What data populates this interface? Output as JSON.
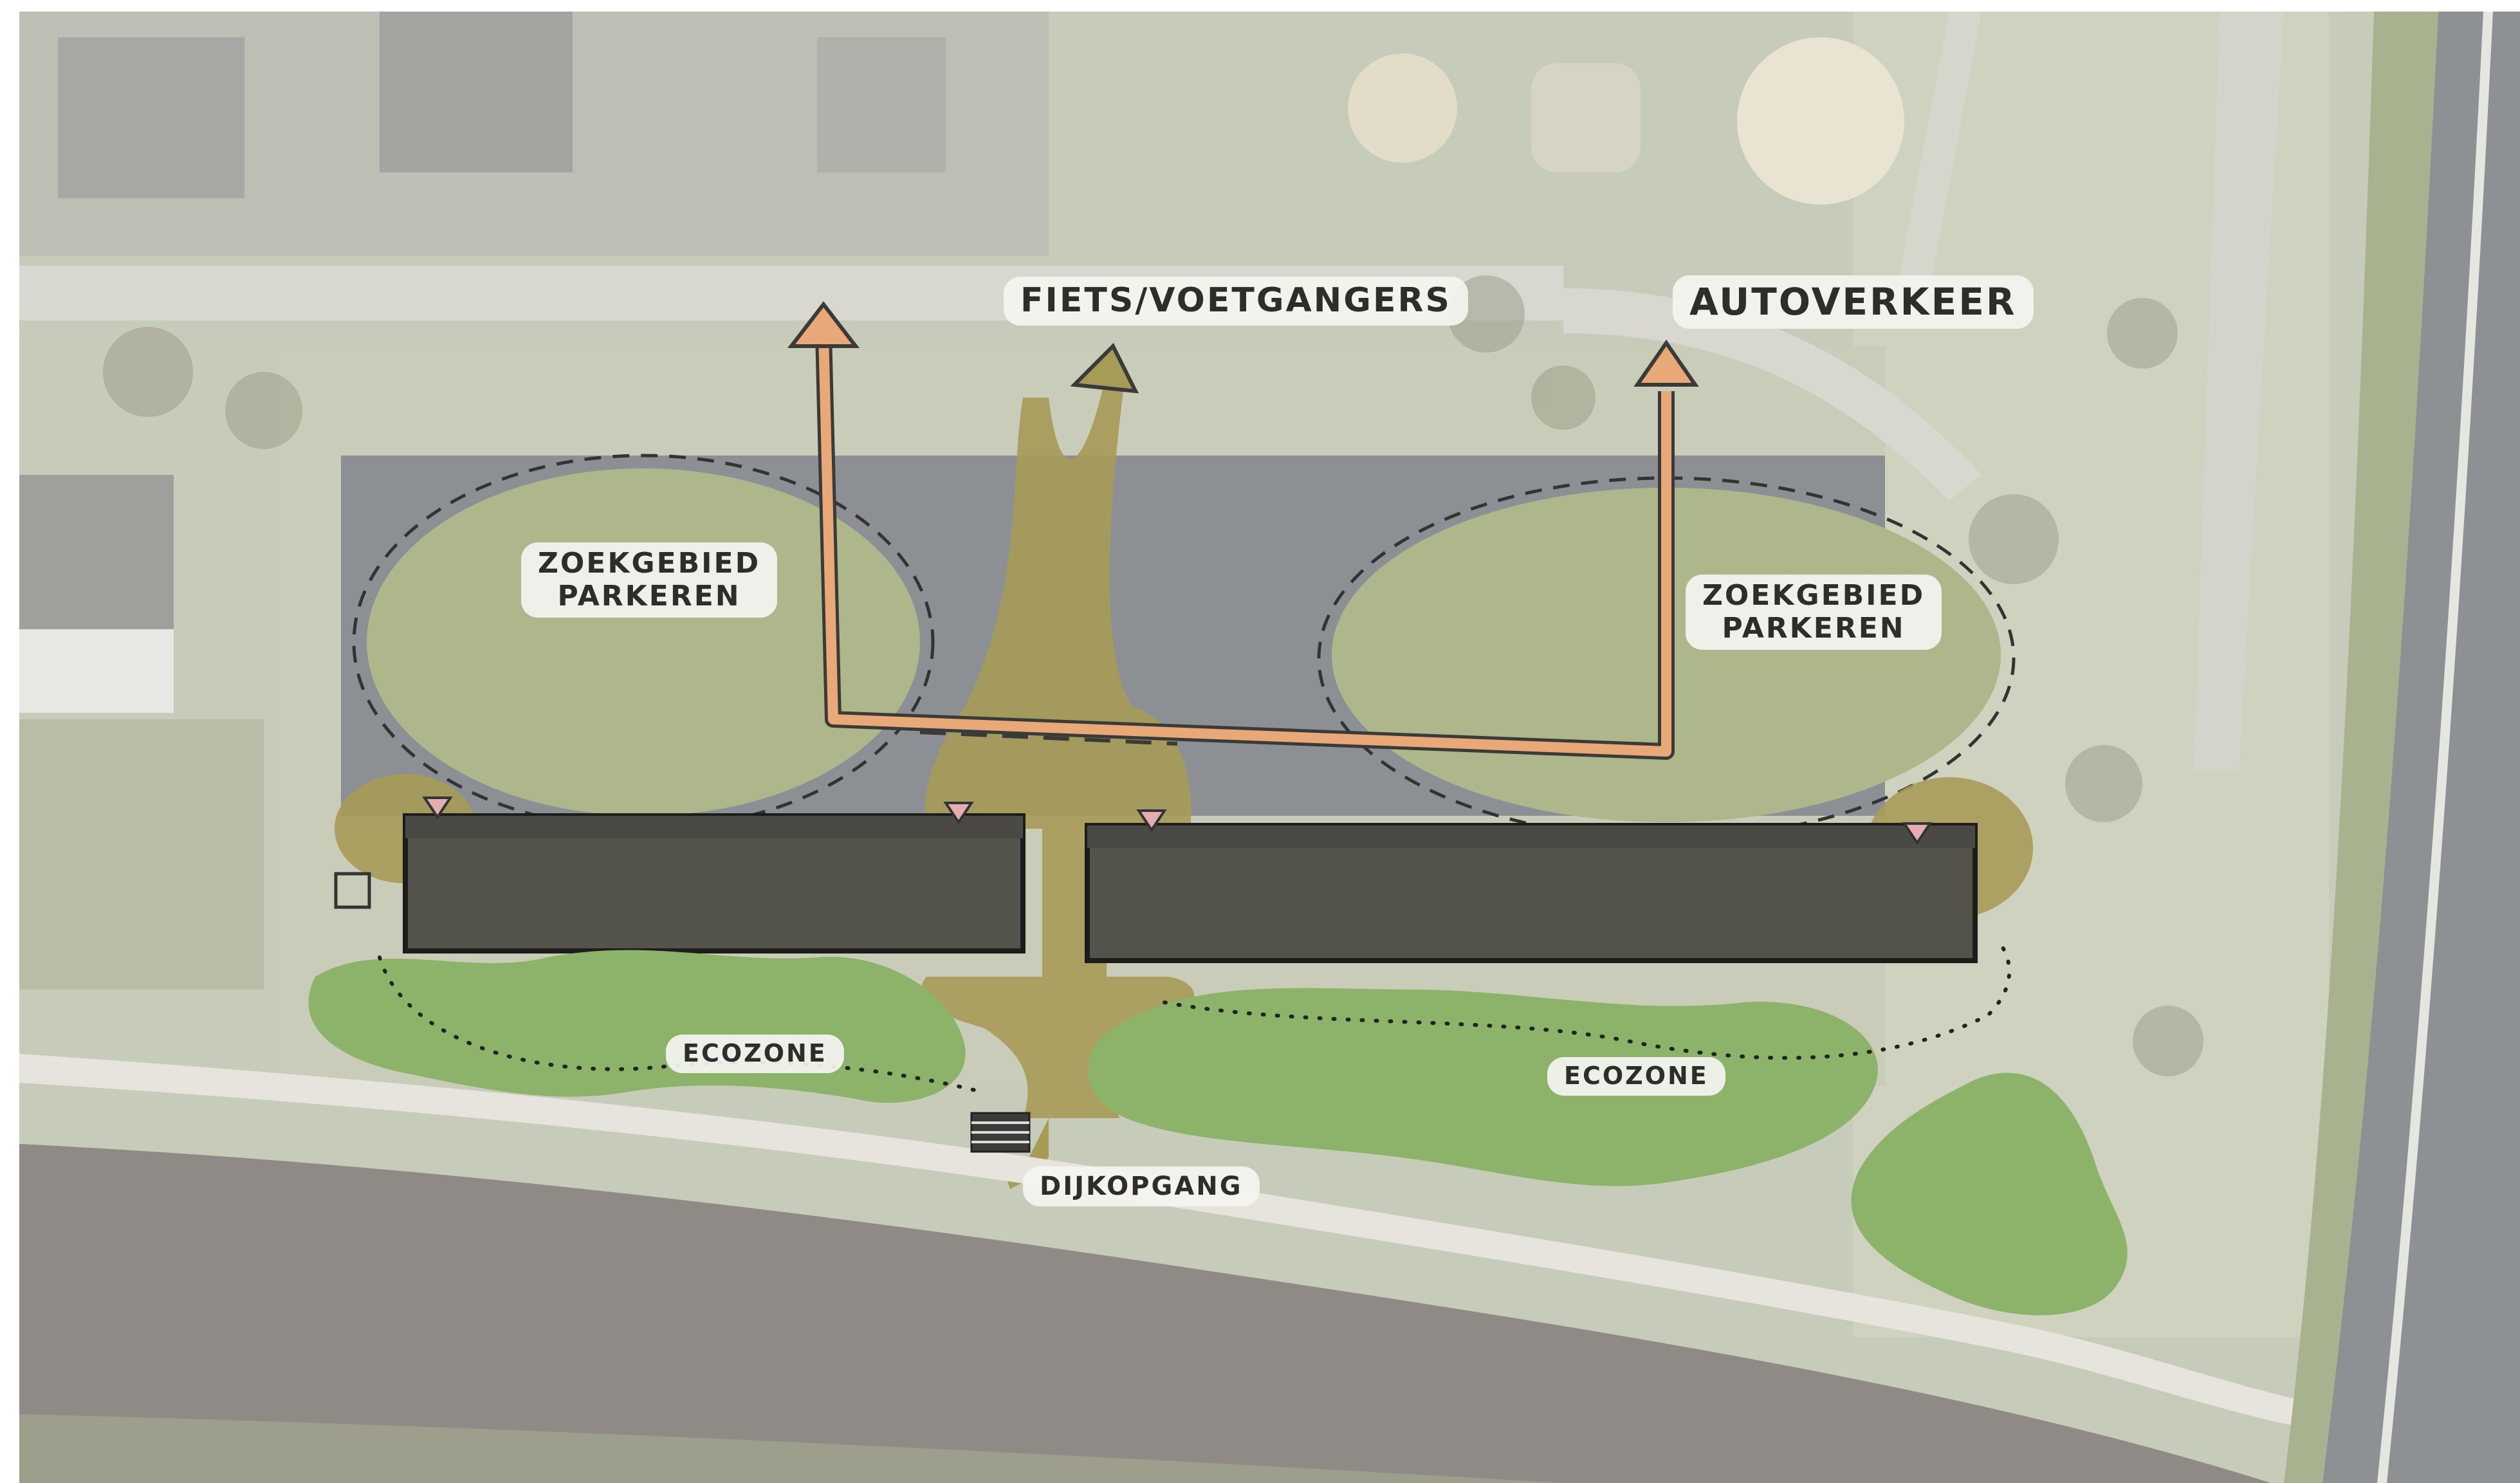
{
  "labels": {
    "fiets_voetgangers": "FIETS/VOETGANGERS",
    "autoverkeer": "AUTOVERKEER",
    "zoekgebied_left": {
      "line1": "ZOEKGEBIED",
      "line2": "PARKEREN"
    },
    "zoekgebied_right": {
      "line1": "ZOEKGEBIED",
      "line2": "PARKEREN"
    },
    "ecozone_left": "ECOZONE",
    "ecozone_right": "ECOZONE",
    "dijkopgang": "DIJKOPGANG"
  },
  "colors": {
    "aerial_base": "#c7cbb9",
    "river": "#8f8a86",
    "dike_path": "#e6e4dc",
    "parking_zone": "#aeb78c",
    "green_ecozone": "#8db36a",
    "ochre_square": "#a79b58",
    "buildings": "#53524b",
    "traffic_arrow": "#e8a878",
    "label_bg": "#f4f4f0"
  }
}
